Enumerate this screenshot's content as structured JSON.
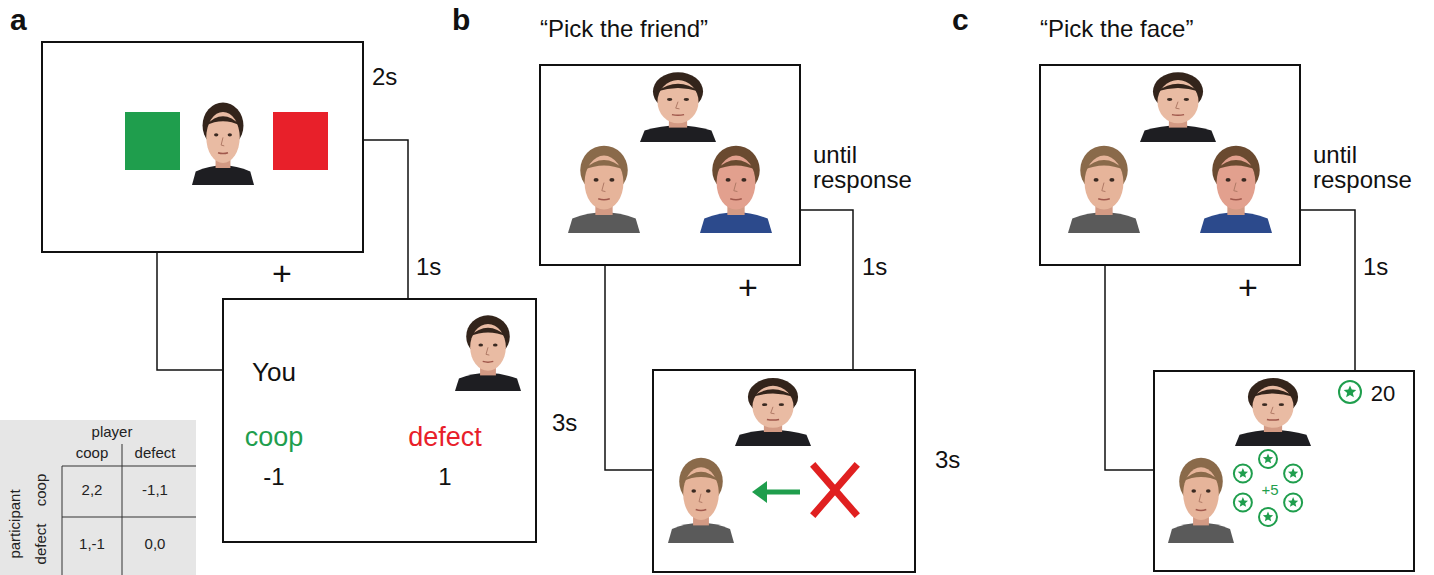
{
  "diagram": {
    "nodes": [
      {
        "text": [
          "You",
          "coop",
          "defect",
          "-1",
          "1"
        ]
      },
      {
        "text": [
          "player",
          "coop",
          "defect",
          "participant",
          "coop",
          "defect",
          "2,2",
          "-1,1",
          "1,-1",
          "0,0"
        ]
      },
      {
        "text": [
          "20",
          "+5"
        ]
      }
    ],
    "labels": [
      "a",
      "2s",
      "1s",
      "+",
      "3s",
      "b",
      "“Pick the friend”",
      "until response",
      "+",
      "1s",
      "3s",
      "c",
      "“Pick the face”",
      "until response",
      "+",
      "1s"
    ]
  }
}
